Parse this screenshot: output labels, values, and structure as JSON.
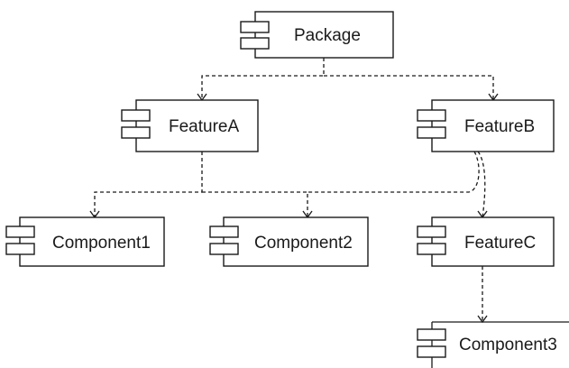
{
  "nodes": {
    "package": {
      "label": "Package"
    },
    "feature_a": {
      "label": "FeatureA"
    },
    "feature_b": {
      "label": "FeatureB"
    },
    "component1": {
      "label": "Component1"
    },
    "component2": {
      "label": "Component2"
    },
    "feature_c": {
      "label": "FeatureC"
    },
    "component3": {
      "label": "Component3"
    }
  },
  "edges": [
    {
      "from": "package",
      "to": "feature_a",
      "style": "dashed"
    },
    {
      "from": "package",
      "to": "feature_b",
      "style": "dashed"
    },
    {
      "from": "feature_a",
      "to": "component1",
      "style": "dashed"
    },
    {
      "from": "feature_a",
      "to": "component2",
      "style": "dashed"
    },
    {
      "from": "feature_b",
      "to": "component2",
      "style": "dashed"
    },
    {
      "from": "feature_b",
      "to": "feature_c",
      "style": "dashed"
    },
    {
      "from": "feature_c",
      "to": "component3",
      "style": "dashed"
    }
  ],
  "colors": {
    "stroke": "#1a1a1a",
    "background": "#ffffff"
  }
}
